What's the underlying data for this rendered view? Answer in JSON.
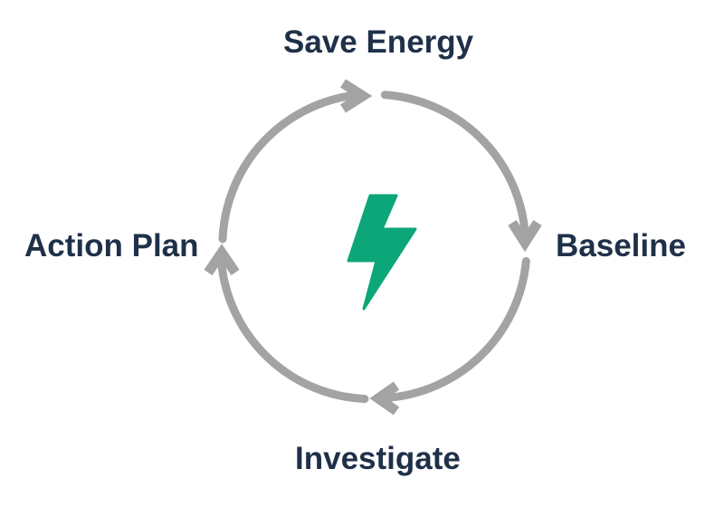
{
  "diagram": {
    "stages": [
      {
        "label": "Save Energy"
      },
      {
        "label": "Baseline"
      },
      {
        "label": "Investigate"
      },
      {
        "label": "Action Plan"
      }
    ],
    "center_icon": "lightning-bolt-icon",
    "arrow_icon": "chevron-arrowhead-icon"
  },
  "colors": {
    "label_text": "#1f3049",
    "cycle_arc": "#a3a3a3",
    "bolt": "#0ca678"
  }
}
